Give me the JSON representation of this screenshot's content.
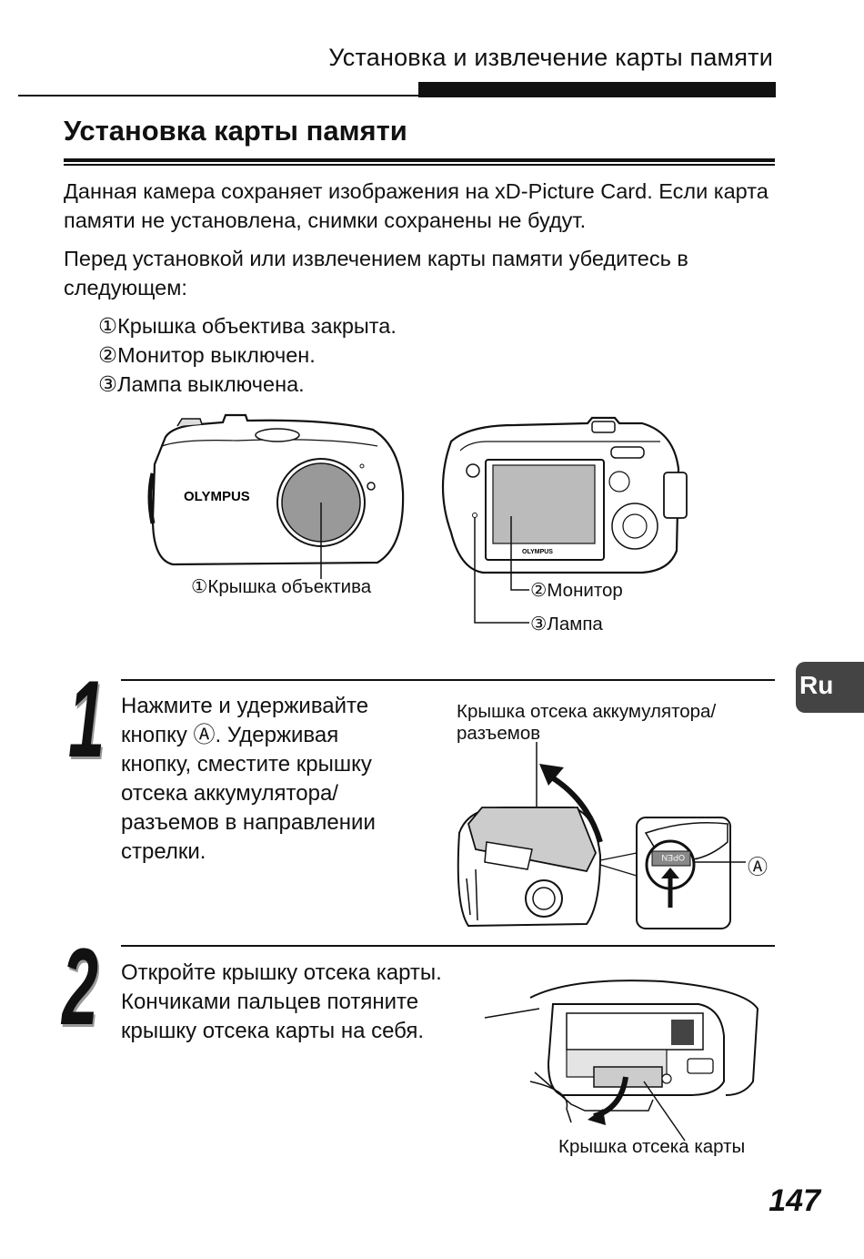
{
  "header": {
    "title": "Установка и извлечение карты памяти"
  },
  "section": {
    "title": "Установка карты памяти"
  },
  "intro": {
    "p1": "Данная камера сохраняет изображения на xD-Picture Card. Если карта памяти не установлена, снимки сохранены не будут.",
    "p2": "Перед установкой или извлечением карты памяти убедитесь в следующем:"
  },
  "checklist": [
    "①Крышка объектива закрыта.",
    "②Монитор выключен.",
    "③Лампа выключена."
  ],
  "figure1": {
    "brand": "OLYMPUS",
    "brand_small": "OLYMPUS",
    "label_lens_cap": "①Крышка объектива",
    "label_monitor": "②Монитор",
    "label_lamp": "③Лампа"
  },
  "side_tab": "Ru",
  "steps": [
    {
      "number": "1",
      "text": "Нажмите и удерживайте кнопку Ⓐ. Удерживая кнопку, сместите крышку отсека аккумулятора/ разъемов в направлении стрелки.",
      "figure_label": "Крышка отсека аккумулятора/ разъемов",
      "callout": "Ⓐ",
      "switch_label": "OPEN"
    },
    {
      "number": "2",
      "text": "Откройте крышку отсека карты. Кончиками пальцев потяните крышку отсека карты на себя.",
      "figure_label": "Крышка отсека карты"
    }
  ],
  "page_number": "147"
}
